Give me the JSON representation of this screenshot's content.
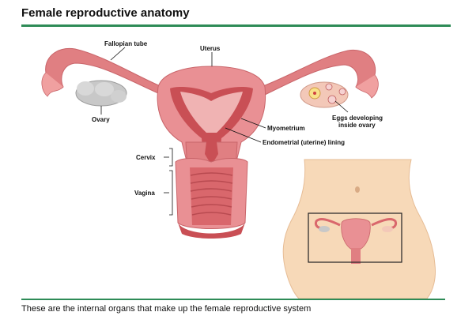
{
  "title": "Female reproductive anatomy",
  "caption": "These are the internal organs that make up the female reproductive system",
  "labels": {
    "fallopian_tube": "Fallopian tube",
    "uterus": "Uterus",
    "ovary": "Ovary",
    "eggs_line1": "Eggs developing",
    "eggs_line2": "inside ovary",
    "myometrium": "Myometrium",
    "endometrial": "Endometrial (uterine) lining",
    "cervix": "Cervix",
    "vagina": "Vagina"
  },
  "colors": {
    "accent": "#2e8b57",
    "tissue": "#e07f82",
    "tissue_light": "#f0b3b3",
    "lining": "#c94f55",
    "ovary": "#c8c8c8",
    "skin": "#f7d9b8"
  }
}
